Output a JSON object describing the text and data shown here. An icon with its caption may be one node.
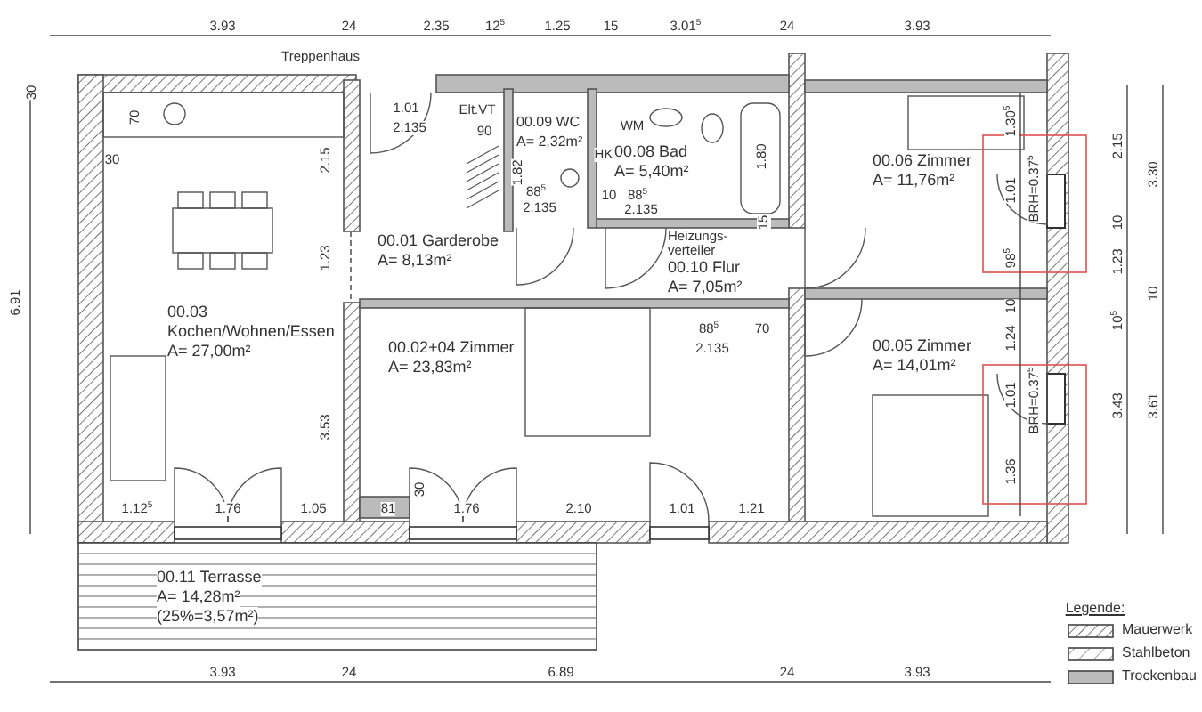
{
  "diagram": {
    "nodes": [
      {
        "text": [
          "00.03",
          "Kochen/Wohnen/Essen",
          "A= 27,00m²"
        ]
      },
      {
        "text": [
          "00.01 Garderobe",
          "A= 8,13m²"
        ]
      },
      {
        "text": [
          "00.09 WC",
          "A= 2,32m²"
        ]
      },
      {
        "text": [
          "00.08 Bad",
          "A= 5,40m²"
        ]
      },
      {
        "text": [
          "00.06 Zimmer",
          "A= 11,76m²"
        ]
      },
      {
        "text": [
          "Heizungs- verteiler",
          "00.10 Flur",
          "A= 7,05m²"
        ]
      },
      {
        "text": [
          "00.02+04 Zimmer",
          "A= 23,83m²"
        ]
      },
      {
        "text": [
          "00.05 Zimmer",
          "A= 14,01m²"
        ]
      },
      {
        "text": [
          "00.11 Terrasse",
          "A= 14,28m²",
          "(25%=3,57m²)"
        ]
      }
    ],
    "edges": [],
    "labels": [
      "3.93",
      "24",
      "2.35",
      "12$^{5}$",
      "1.25",
      "15",
      "3.01$^{5}$",
      "24",
      "3.93",
      "Treppenhaus",
      "6.91",
      "30",
      "70",
      "30",
      "2.15",
      "1.23",
      "3.53",
      "1.01",
      "2.135",
      "Elt.VT",
      "90",
      "1.82",
      "88$^{5}$",
      "2.135",
      "HK",
      "WM",
      "10",
      "88$^{5}$",
      "2.135",
      "1.80",
      "15",
      "88$^{5}$",
      "2.135",
      "70",
      "1.30$^{5}$",
      "1.01",
      "BRH=0.37$^{5}$",
      "98$^{5}$",
      "10",
      "1.24",
      "1.01",
      "BRH=0.37$^{5}$",
      "1.36",
      "2.15",
      "3.30",
      "10",
      "1.23",
      "10",
      "10$^{5}$",
      "3.43",
      "3.61",
      "1.12$^{5}$",
      "1.76",
      "1.05",
      "81",
      "30",
      "1.76",
      "2.10",
      "1.01",
      "1.21",
      "3.93",
      "24",
      "6.89",
      "24",
      "3.93",
      "Legende:"
    ],
    "legend": [
      {
        "text": "Mauerwerk"
      },
      {
        "text": "Stahlbeton"
      },
      {
        "text": "Trockenbau"
      }
    ]
  }
}
